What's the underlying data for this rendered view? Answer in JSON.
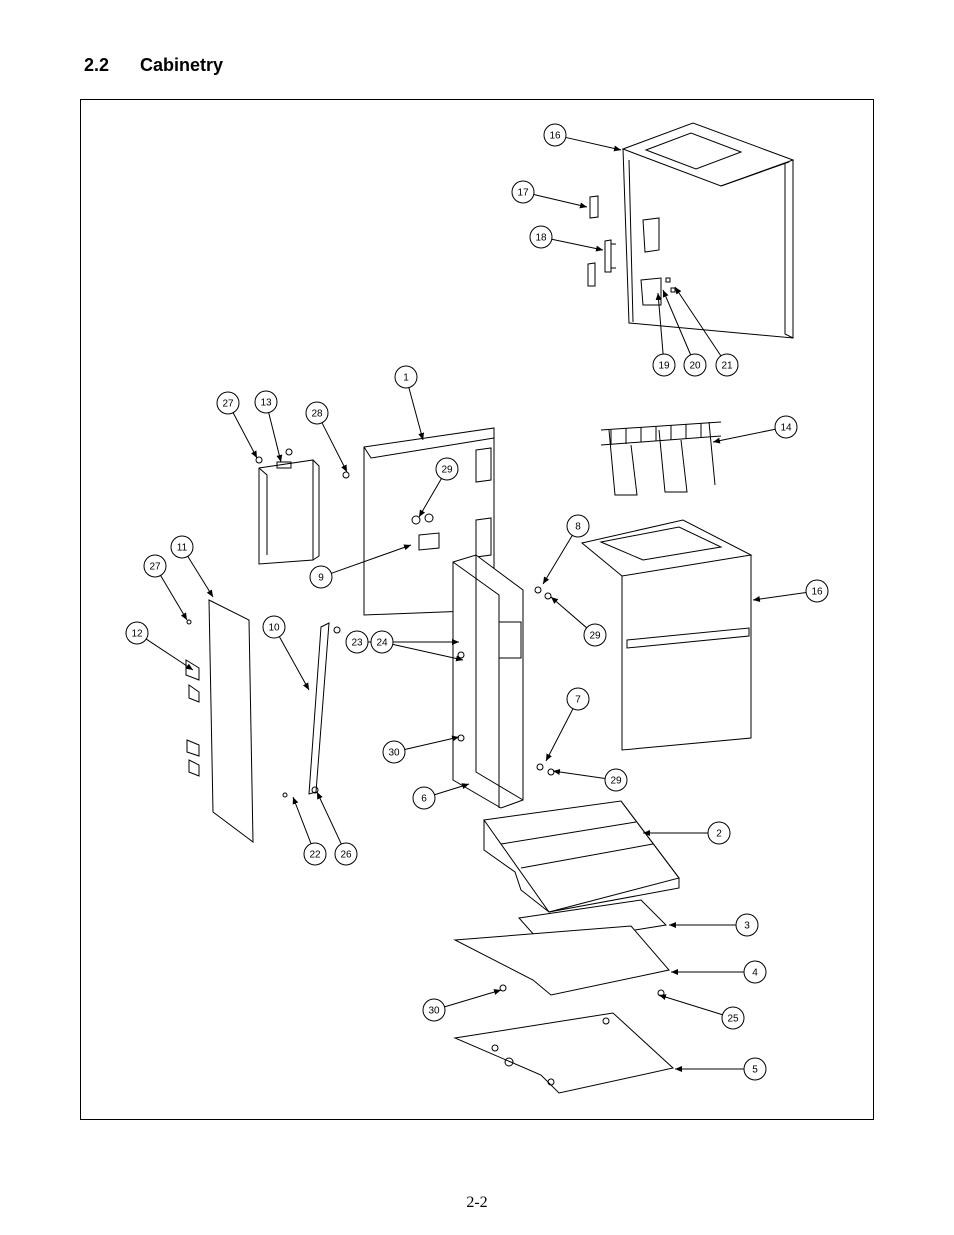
{
  "header": {
    "section_number": "2.2",
    "section_title": "Cabinetry"
  },
  "footer": {
    "page_number": "2-2"
  },
  "callouts": [
    "1",
    "2",
    "3",
    "4",
    "5",
    "6",
    "7",
    "8",
    "9",
    "10",
    "11",
    "12",
    "13",
    "14",
    "16",
    "16",
    "17",
    "18",
    "19",
    "20",
    "21",
    "22",
    "23",
    "24",
    "25",
    "26",
    "27",
    "27",
    "28",
    "29",
    "29",
    "29",
    "30",
    "30"
  ]
}
